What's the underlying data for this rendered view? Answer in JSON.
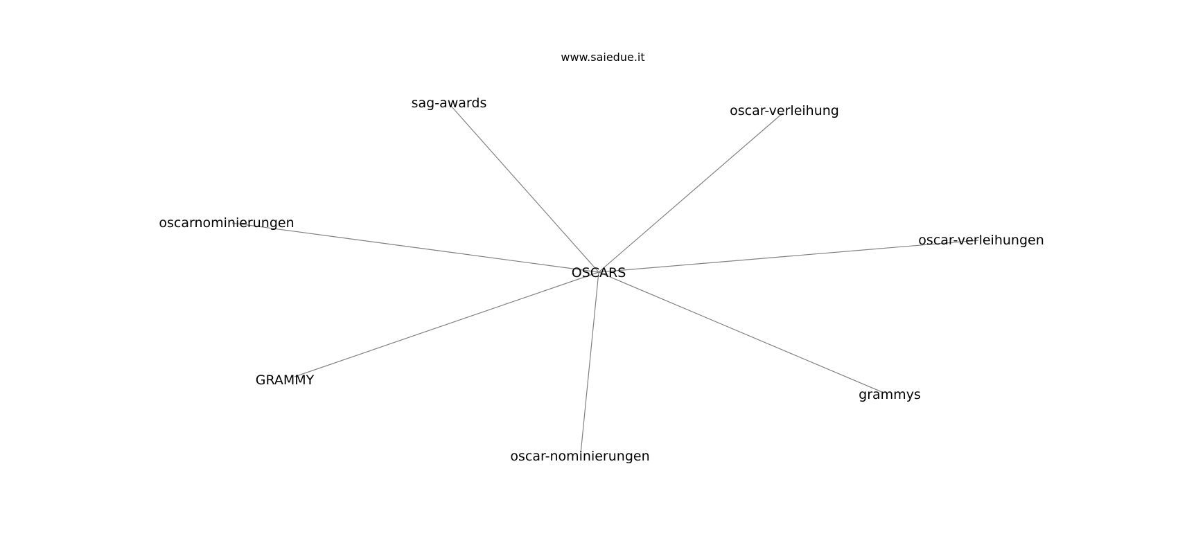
{
  "watermark": "www.saiedue.it",
  "graph": {
    "center": {
      "id": "oscars",
      "label": "OSCARS"
    },
    "nodes": [
      {
        "id": "sag-awards",
        "label": "sag-awards"
      },
      {
        "id": "oscar-verleihung",
        "label": "oscar-verleihung"
      },
      {
        "id": "oscarnominierungen",
        "label": "oscarnominierungen"
      },
      {
        "id": "oscar-verleihungen",
        "label": "oscar-verleihungen"
      },
      {
        "id": "grammy",
        "label": "GRAMMY"
      },
      {
        "id": "grammys",
        "label": "grammys"
      },
      {
        "id": "oscar-nominierungen",
        "label": "oscar-nominierungen"
      }
    ],
    "edges": [
      {
        "from": "oscars",
        "to": "sag-awards"
      },
      {
        "from": "oscars",
        "to": "oscar-verleihung"
      },
      {
        "from": "oscars",
        "to": "oscarnominierungen"
      },
      {
        "from": "oscars",
        "to": "oscar-verleihungen"
      },
      {
        "from": "oscars",
        "to": "grammy"
      },
      {
        "from": "oscars",
        "to": "grammys"
      },
      {
        "from": "oscars",
        "to": "oscar-nominierungen"
      }
    ],
    "edge_color": "#808080",
    "label_color": "#000000"
  }
}
